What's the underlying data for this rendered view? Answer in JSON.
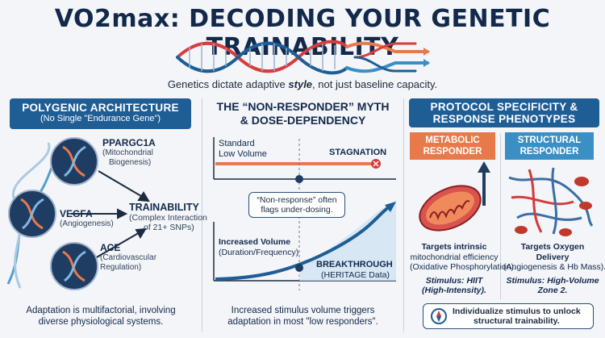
{
  "header": {
    "title": "VO2max: DECODING YOUR GENETIC TRAINABILITY",
    "subtitle_pre": "Genetics dictate adaptive ",
    "subtitle_em": "style",
    "subtitle_post": ", not just baseline capacity."
  },
  "left": {
    "heading": "POLYGENIC ARCHITECTURE",
    "subheading": "(No Single \"Endurance Gene\")",
    "genes": [
      {
        "name": "PPARGC1A",
        "desc1": "(Mitochondrial",
        "desc2": "Biogenesis)"
      },
      {
        "name": "VEGFA",
        "desc1": "(Angiogenesis)"
      },
      {
        "name": "ACE",
        "desc1": "(Cardiovascular",
        "desc2": "Regulation)"
      }
    ],
    "trainability": "TRAINABILITY",
    "trainability_desc1": "(Complex Interaction",
    "trainability_desc2": "of 21+ SNPs)",
    "caption1": "Adaptation is multifactorial, involving",
    "caption2": "diverse physiological systems."
  },
  "middle": {
    "heading1": "THE “NON-RESPONDER” MYTH",
    "heading2": "& DOSE-DEPENDENCY",
    "standard1": "Standard",
    "standard2": "Low Volume",
    "stagnation": "STAGNATION",
    "callout1": "“Non-response” often",
    "callout2": "flags under-dosing.",
    "increased1": "Increased Volume",
    "increased2": "(Duration/Frequency)",
    "breakthrough": "BREAKTHROUGH",
    "heritage": "(HERITAGE Data)",
    "caption1": "Increased stimulus volume triggers",
    "caption2": "adaptation in most \"low responders\"."
  },
  "right": {
    "heading1": "PROTOCOL SPECIFICITY &",
    "heading2": "RESPONSE PHENOTYPES",
    "metabolic": {
      "head1": "METABOLIC",
      "head2": "RESPONDER",
      "t1": "Targets intrinsic",
      "t2": "mitochondrial efficiency",
      "t3": "(Oxidative Phosphorylation).",
      "s1": "Stimulus: HIIT",
      "s2": "(High-Intensity)."
    },
    "structural": {
      "head1": "STRUCTURAL",
      "head2": "RESPONDER",
      "t1": "Targets Oxygen",
      "t2": "Delivery",
      "t3": "(Angiogenesis & Hb Mass).",
      "s1": "Stimulus: High-Volume",
      "s2": "Zone 2."
    },
    "footer1": "Individualize stimulus to unlock",
    "footer2": "structural trainability."
  },
  "colors": {
    "navy": "#13294b",
    "blue": "#1f5d95",
    "orange": "#e8794b",
    "teal": "#3a8fc4",
    "red": "#d63a3a"
  }
}
